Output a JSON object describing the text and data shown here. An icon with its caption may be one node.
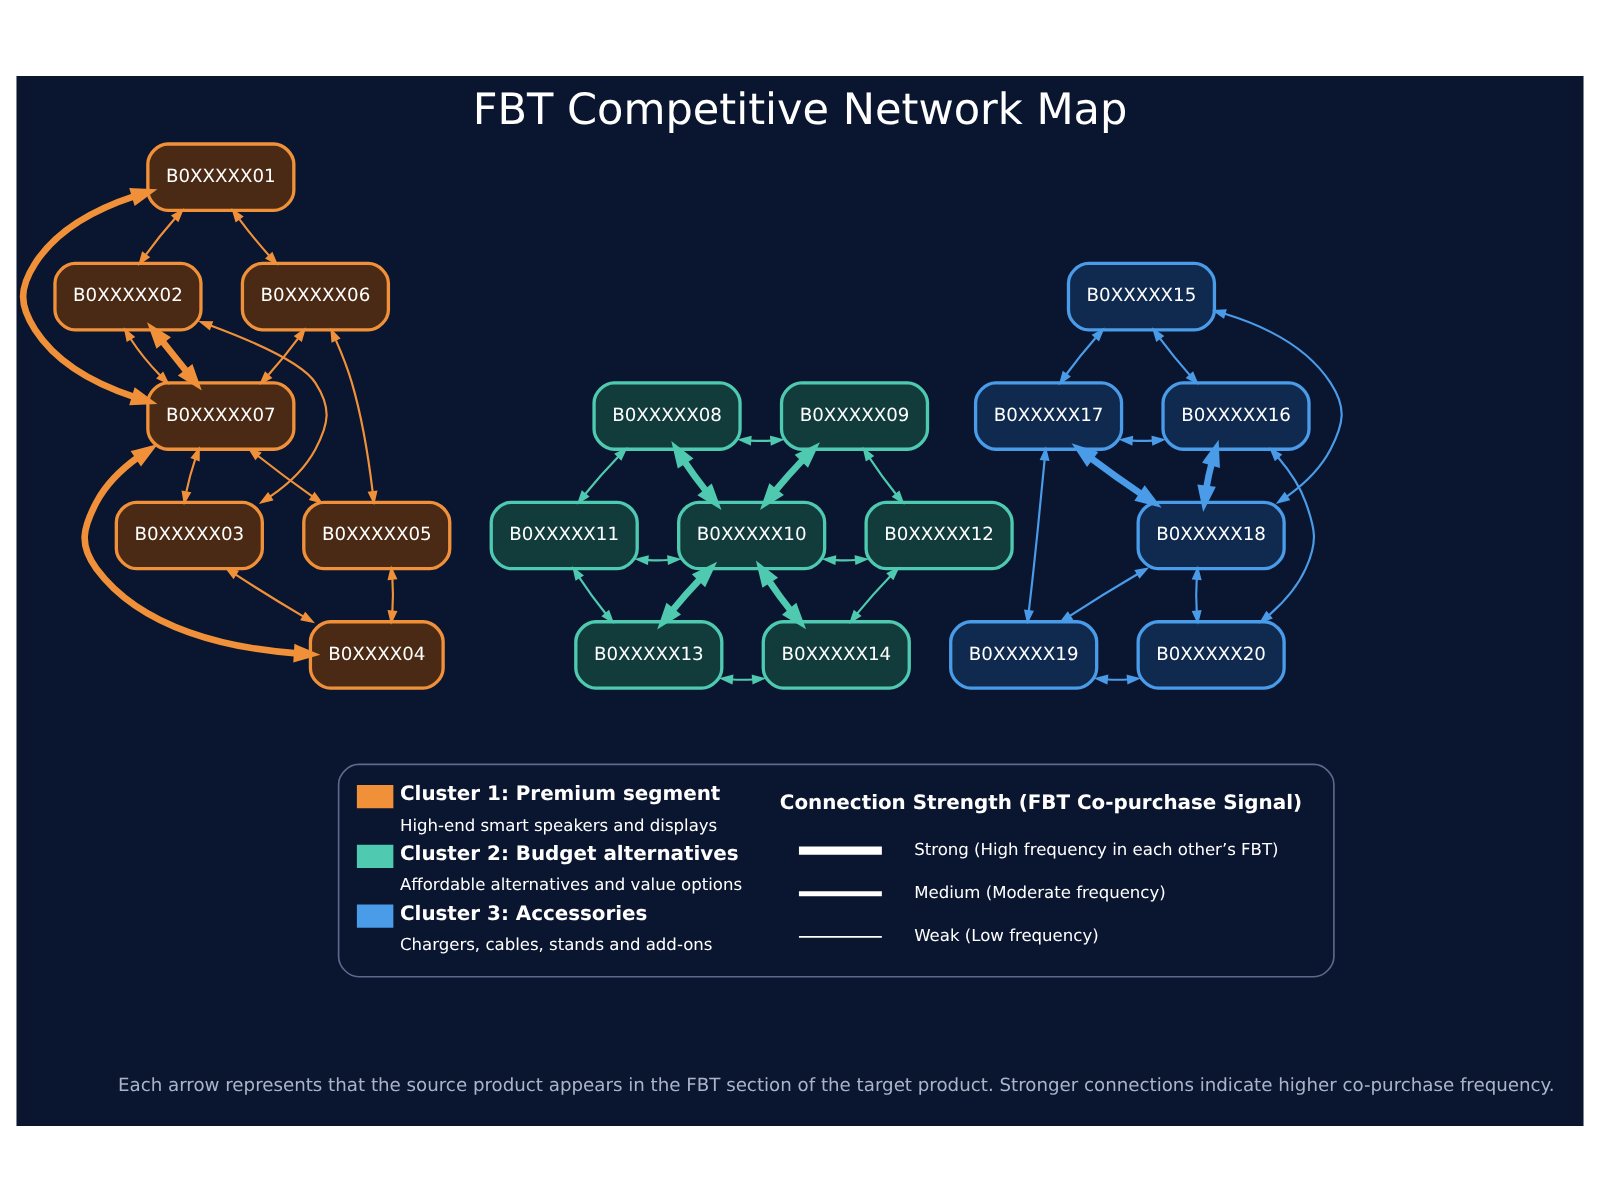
{
  "diagram": {
    "title": "FBT Competitive Network Map",
    "caption": "Each arrow represents that the source product appears in the FBT section of the target product. Stronger connections indicate higher co-purchase frequency.",
    "nodes": [
      {
        "text": [
          "B0XXXXX01"
        ]
      },
      {
        "text": [
          "B0XXXXX02"
        ]
      },
      {
        "text": [
          "B0XXXXX06"
        ]
      },
      {
        "text": [
          "B0XXXXX07"
        ]
      },
      {
        "text": [
          "B0XXXXX03"
        ]
      },
      {
        "text": [
          "B0XXXXX05"
        ]
      },
      {
        "text": [
          "B0XXXX04"
        ]
      },
      {
        "text": [
          "B0XXXXX08"
        ]
      },
      {
        "text": [
          "B0XXXXX09"
        ]
      },
      {
        "text": [
          "B0XXXXX11"
        ]
      },
      {
        "text": [
          "B0XXXXX10"
        ]
      },
      {
        "text": [
          "B0XXXXX12"
        ]
      },
      {
        "text": [
          "B0XXXXX13"
        ]
      },
      {
        "text": [
          "B0XXXXX14"
        ]
      },
      {
        "text": [
          "B0XXXXX15"
        ]
      },
      {
        "text": [
          "B0XXXXX17"
        ]
      },
      {
        "text": [
          "B0XXXXX16"
        ]
      },
      {
        "text": [
          "B0XXXXX18"
        ]
      },
      {
        "text": [
          "B0XXXXX19"
        ]
      },
      {
        "text": [
          "B0XXXXX20"
        ]
      }
    ],
    "edges": [
      {
        "from": 0,
        "to": 1,
        "arrow": "both",
        "color": "#f0913a"
      },
      {
        "from": 0,
        "to": 2,
        "arrow": "both",
        "color": "#f0913a"
      },
      {
        "from": 0,
        "to": 3,
        "arrow": "both",
        "style": "thick",
        "color": "#f0913a"
      },
      {
        "from": 1,
        "to": 3,
        "arrow": "both",
        "color": "#f0913a"
      },
      {
        "from": 1,
        "to": 3,
        "arrow": "both",
        "style": "thick",
        "color": "#f0913a"
      },
      {
        "from": 3,
        "to": 2,
        "arrow": "both",
        "color": "#f0913a"
      },
      {
        "from": 1,
        "to": 4,
        "arrow": "both",
        "color": "#f0913a"
      },
      {
        "from": 2,
        "to": 5,
        "arrow": "both",
        "color": "#f0913a"
      },
      {
        "from": 3,
        "to": 4,
        "arrow": "both",
        "color": "#f0913a"
      },
      {
        "from": 3,
        "to": 6,
        "arrow": "both",
        "style": "thick",
        "color": "#f0913a"
      },
      {
        "from": 3,
        "to": 5,
        "arrow": "both",
        "color": "#f0913a"
      },
      {
        "from": 4,
        "to": 6,
        "arrow": "both",
        "color": "#f0913a"
      },
      {
        "from": 6,
        "to": 5,
        "arrow": "both",
        "color": "#f0913a"
      },
      {
        "from": 7,
        "to": 8,
        "arrow": "both",
        "color": "#4fc9b0"
      },
      {
        "from": 7,
        "to": 9,
        "arrow": "both",
        "color": "#4fc9b0"
      },
      {
        "from": 7,
        "to": 10,
        "arrow": "both",
        "style": "thick",
        "color": "#4fc9b0"
      },
      {
        "from": 8,
        "to": 10,
        "arrow": "both",
        "style": "thick",
        "color": "#4fc9b0"
      },
      {
        "from": 8,
        "to": 11,
        "arrow": "both",
        "color": "#4fc9b0"
      },
      {
        "from": 9,
        "to": 10,
        "arrow": "both",
        "color": "#4fc9b0"
      },
      {
        "from": 10,
        "to": 11,
        "arrow": "both",
        "color": "#4fc9b0"
      },
      {
        "from": 9,
        "to": 12,
        "arrow": "both",
        "color": "#4fc9b0"
      },
      {
        "from": 10,
        "to": 12,
        "arrow": "both",
        "style": "thick",
        "color": "#4fc9b0"
      },
      {
        "from": 10,
        "to": 13,
        "arrow": "both",
        "style": "thick",
        "color": "#4fc9b0"
      },
      {
        "from": 11,
        "to": 13,
        "arrow": "both",
        "color": "#4fc9b0"
      },
      {
        "from": 12,
        "to": 13,
        "arrow": "both",
        "color": "#4fc9b0"
      },
      {
        "from": 14,
        "to": 15,
        "arrow": "both",
        "color": "#4a9be8"
      },
      {
        "from": 14,
        "to": 16,
        "arrow": "both",
        "color": "#4a9be8"
      },
      {
        "from": 14,
        "to": 17,
        "arrow": "both",
        "color": "#4a9be8"
      },
      {
        "from": 15,
        "to": 16,
        "arrow": "both",
        "color": "#4a9be8"
      },
      {
        "from": 15,
        "to": 17,
        "arrow": "both",
        "style": "thick",
        "color": "#4a9be8"
      },
      {
        "from": 16,
        "to": 17,
        "arrow": "both",
        "style": "thick",
        "color": "#4a9be8"
      },
      {
        "from": 15,
        "to": 18,
        "arrow": "both",
        "color": "#4a9be8"
      },
      {
        "from": 16,
        "to": 19,
        "arrow": "both",
        "color": "#4a9be8"
      },
      {
        "from": 17,
        "to": 18,
        "arrow": "both",
        "color": "#4a9be8"
      },
      {
        "from": 17,
        "to": 19,
        "arrow": "both",
        "color": "#4a9be8"
      },
      {
        "from": 18,
        "to": 19,
        "arrow": "both",
        "color": "#4a9be8"
      }
    ],
    "labels": [
      "High-end smart speakers and displays",
      "Affordable alternatives and value options",
      "Chargers, cables, stands and add-ons",
      "Connection Strength (FBT Co-purchase Signal)"
    ],
    "legend": [
      {
        "text": "Cluster 1: Premium segment",
        "color": "#f0913a"
      },
      {
        "text": "Cluster 2: Budget alternatives",
        "color": "#4fc9b0"
      },
      {
        "text": "Cluster 3: Accessories",
        "color": "#4a9be8"
      },
      {
        "text": "Strong (High frequency in each other’s FBT)"
      },
      {
        "text": "Medium (Moderate frequency)"
      },
      {
        "text": "Weak (Low frequency)"
      }
    ]
  }
}
